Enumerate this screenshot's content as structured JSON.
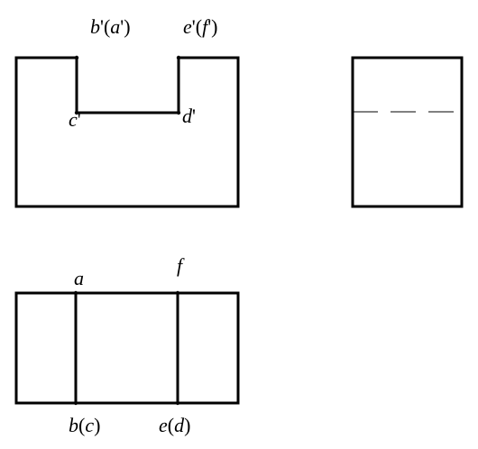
{
  "labels": {
    "b_a_prime": {
      "b": "b",
      "p1": "'",
      "open": "(",
      "a": "a",
      "p2": "'",
      "close": ")"
    },
    "e_f_prime": {
      "e": "e",
      "p1": "'",
      "open": "(",
      "f": "f",
      "p2": "'",
      "close": ")"
    },
    "c_prime": {
      "c": "c",
      "p": "'"
    },
    "d_prime": {
      "d": "d",
      "p": "'"
    },
    "a": "a",
    "f": "f",
    "b_c": {
      "b": "b",
      "open": "(",
      "c": "c",
      "close": ")"
    },
    "e_d": {
      "e": "e",
      "open": "(",
      "d": "d",
      "close": ")"
    }
  },
  "colors": {
    "line": "#000000",
    "background": "#ffffff"
  }
}
